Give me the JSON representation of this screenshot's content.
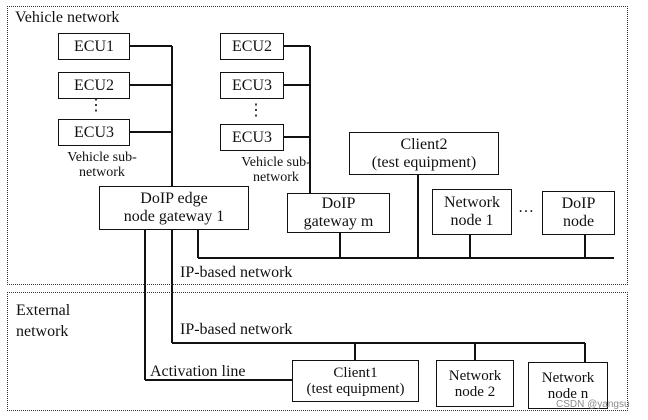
{
  "regions": {
    "vehicle_network": "Vehicle network",
    "external_network": "External\nnetwork"
  },
  "ecus": {
    "left": [
      "ECU1",
      "ECU2",
      "ECU3"
    ],
    "middle": [
      "ECU2",
      "ECU3",
      "ECU3"
    ]
  },
  "dots": {
    "vertical": "⋮",
    "horizontal": "…"
  },
  "captions": {
    "left_subnet": "Vehicle sub-\nnetwork",
    "middle_subnet": "Vehicle sub-\nnetwork"
  },
  "nodes": {
    "doip_edge_gateway": "DoIP edge\nnode gateway 1",
    "doip_gateway_m": "DoIP\ngateway m",
    "client2": "Client2\n(test equipment)",
    "network_node_1": "Network\nnode 1",
    "doip_node": "DoIP\nnode",
    "client1": "Client1\n(test equipment)",
    "network_node_2": "Network\nnode 2",
    "network_node_n": "Network\nnode n"
  },
  "labels": {
    "ip_network_inner": "IP-based network",
    "ip_network_outer": "IP-based network",
    "activation_line": "Activation line"
  },
  "watermark": "CSDN @yangsu"
}
